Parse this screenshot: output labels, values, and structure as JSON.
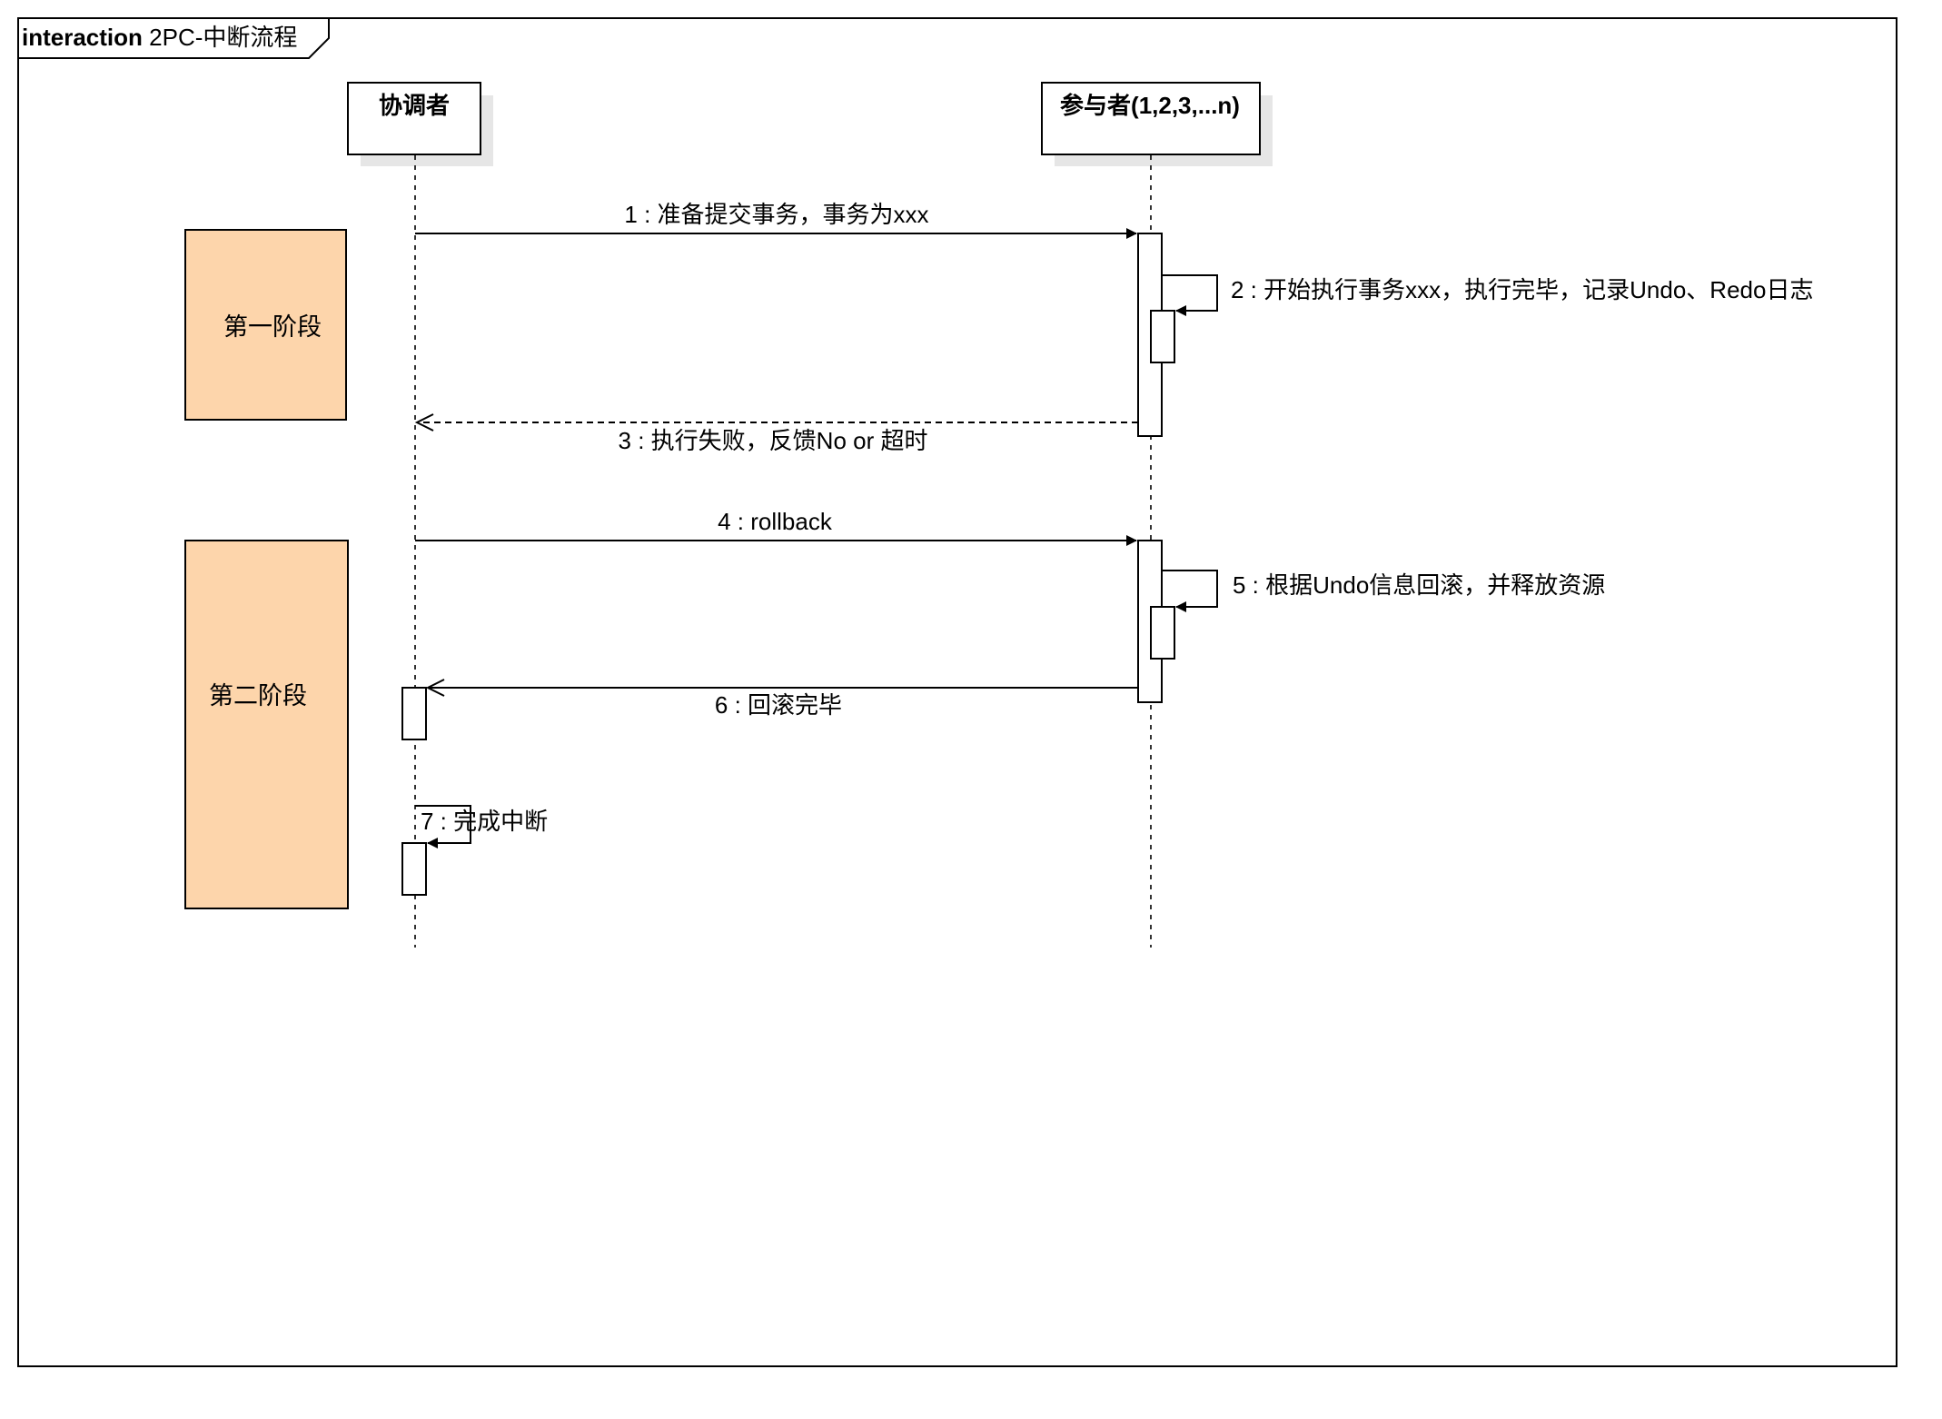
{
  "frame": {
    "keyword": "interaction",
    "name": "2PC-中断流程"
  },
  "lifelines": {
    "coordinator": "协调者",
    "participants": "参与者(1,2,3,...n)"
  },
  "messages": {
    "m1": "1 : 准备提交事务，事务为xxx",
    "m2": "2 : 开始执行事务xxx，执行完毕，记录Undo、Redo日志",
    "m3": "3 : 执行失败，反馈No or 超时",
    "m4": "4 : rollback",
    "m5": "5 : 根据Undo信息回滚，并释放资源",
    "m6": "6 : 回滚完毕",
    "m7": "7 : 完成中断"
  },
  "phases": {
    "phase1": "第一阶段",
    "phase2": "第二阶段"
  },
  "colors": {
    "phase_fill": "#fdd5ab",
    "line": "#000000",
    "background": "#ffffff"
  }
}
